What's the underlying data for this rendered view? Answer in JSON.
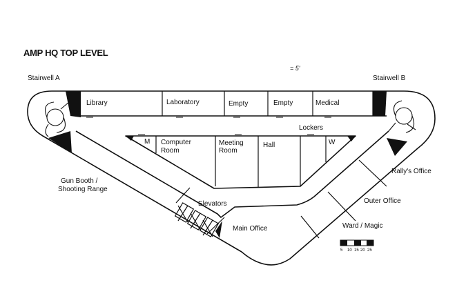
{
  "title": "AMP HQ TOP LEVEL",
  "scale_note": "= 5'",
  "scale_bar_ticks": [
    "5",
    "10",
    "15",
    "20",
    "25"
  ],
  "rooms": {
    "stairwell_a": "Stairwell A",
    "stairwell_b": "Stairwell B",
    "library": "Library",
    "laboratory": "Laboratory",
    "empty_1": "Empty",
    "empty_2": "Empty",
    "medical": "Medical",
    "lockers": "Lockers",
    "m": "M",
    "computer_room_1": "Computer",
    "computer_room_2": "Room",
    "meeting_room_1": "Meeting",
    "meeting_room_2": "Room",
    "hall": "Hall",
    "w": "W",
    "gun_booth_1": "Gun Booth /",
    "gun_booth_2": "Shooting Range",
    "rallys_office": "Rally's Office",
    "outer_office": "Outer Office",
    "elevators": "Elevators",
    "main_office": "Main Office",
    "ward_magic": "Ward / Magic"
  },
  "colors": {
    "ink": "#111111",
    "background": "#ffffff"
  }
}
